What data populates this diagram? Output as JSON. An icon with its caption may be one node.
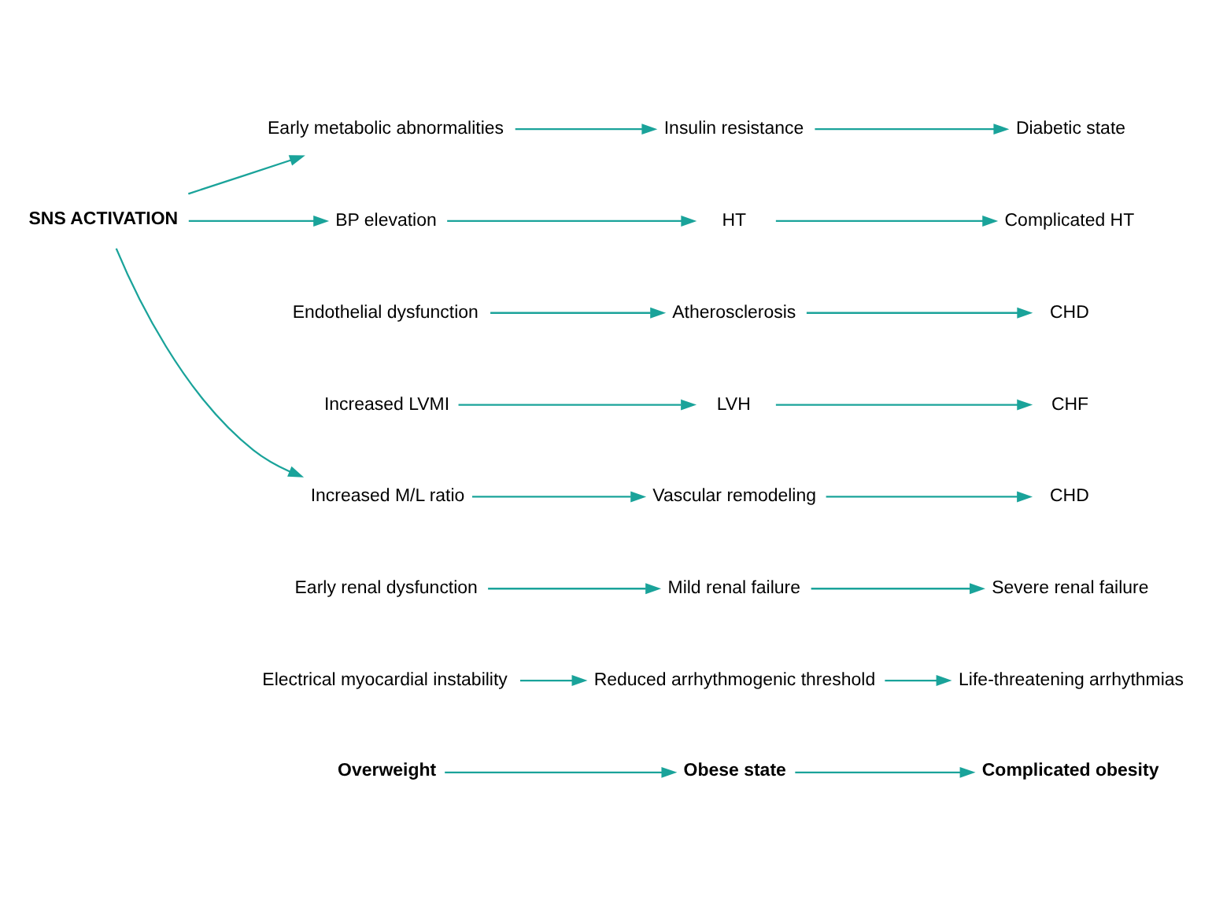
{
  "diagram": {
    "nodes": [
      {
        "text": [
          "SNS ACTIVATION"
        ]
      },
      {
        "text": [
          "Early metabolic abnormalities"
        ]
      },
      {
        "text": [
          "Insulin resistance"
        ]
      },
      {
        "text": [
          "Diabetic state"
        ]
      },
      {
        "text": [
          "BP elevation"
        ]
      },
      {
        "text": [
          "HT"
        ]
      },
      {
        "text": [
          "Complicated HT"
        ]
      },
      {
        "text": [
          "Endothelial dysfunction"
        ]
      },
      {
        "text": [
          "Atherosclerosis"
        ]
      },
      {
        "text": [
          "CHD"
        ]
      },
      {
        "text": [
          "Increased LVMI"
        ]
      },
      {
        "text": [
          "LVH"
        ]
      },
      {
        "text": [
          "CHF"
        ]
      },
      {
        "text": [
          "Increased M/L ratio"
        ]
      },
      {
        "text": [
          "Vascular remodeling"
        ]
      },
      {
        "text": [
          "CHD"
        ]
      },
      {
        "text": [
          "Early renal dysfunction"
        ]
      },
      {
        "text": [
          "Mild renal failure"
        ]
      },
      {
        "text": [
          "Severe renal failure"
        ]
      },
      {
        "text": [
          "Electrical myocardial instability"
        ]
      },
      {
        "text": [
          "Reduced arrhythmogenic threshold"
        ]
      },
      {
        "text": [
          "Life-threatening arrhythmias"
        ]
      },
      {
        "text": [
          "Overweight"
        ]
      },
      {
        "text": [
          "Obese state"
        ]
      },
      {
        "text": [
          "Complicated obesity"
        ]
      }
    ],
    "edges": [
      {
        "from": 0,
        "to": 1,
        "arrow": "to"
      },
      {
        "from": 0,
        "to": 4,
        "arrow": "to"
      },
      {
        "from": 0,
        "to": 13,
        "arrow": "to"
      },
      {
        "from": 1,
        "to": 2,
        "arrow": "to"
      },
      {
        "from": 2,
        "to": 3,
        "arrow": "to"
      },
      {
        "from": 4,
        "to": 5,
        "arrow": "to"
      },
      {
        "from": 5,
        "to": 6,
        "arrow": "to"
      },
      {
        "from": 7,
        "to": 8,
        "arrow": "to"
      },
      {
        "from": 8,
        "to": 9,
        "arrow": "to"
      },
      {
        "from": 10,
        "to": 11,
        "arrow": "to"
      },
      {
        "from": 11,
        "to": 12,
        "arrow": "to"
      },
      {
        "from": 13,
        "to": 14,
        "arrow": "to"
      },
      {
        "from": 14,
        "to": 15,
        "arrow": "to"
      },
      {
        "from": 16,
        "to": 17,
        "arrow": "to"
      },
      {
        "from": 17,
        "to": 18,
        "arrow": "to"
      },
      {
        "from": 19,
        "to": 20,
        "arrow": "to"
      },
      {
        "from": 20,
        "to": 21,
        "arrow": "to"
      },
      {
        "from": 22,
        "to": 23,
        "arrow": "to"
      },
      {
        "from": 23,
        "to": 24,
        "arrow": "to"
      }
    ]
  }
}
